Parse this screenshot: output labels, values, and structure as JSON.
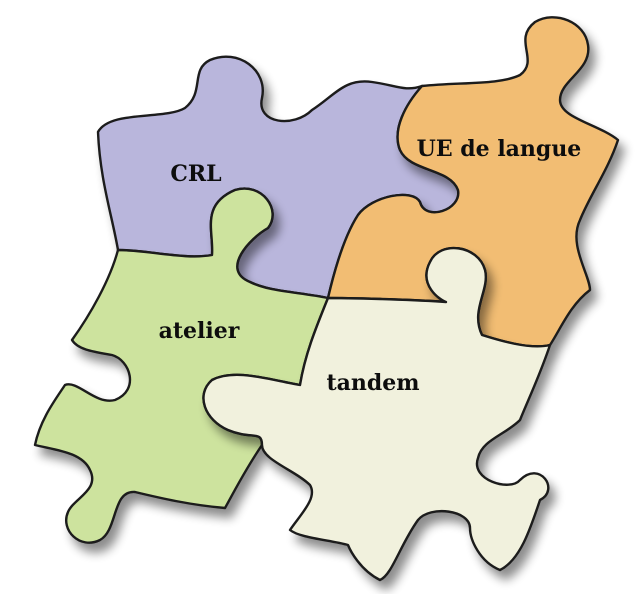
{
  "pieces": [
    {
      "label": "CRL",
      "color": "#b9b6dc"
    },
    {
      "label": "UE de langue",
      "color": "#f2bd73"
    },
    {
      "label": "atelier",
      "color": "#cde39e"
    },
    {
      "label": "tandem",
      "color": "#f1f1dd"
    }
  ]
}
